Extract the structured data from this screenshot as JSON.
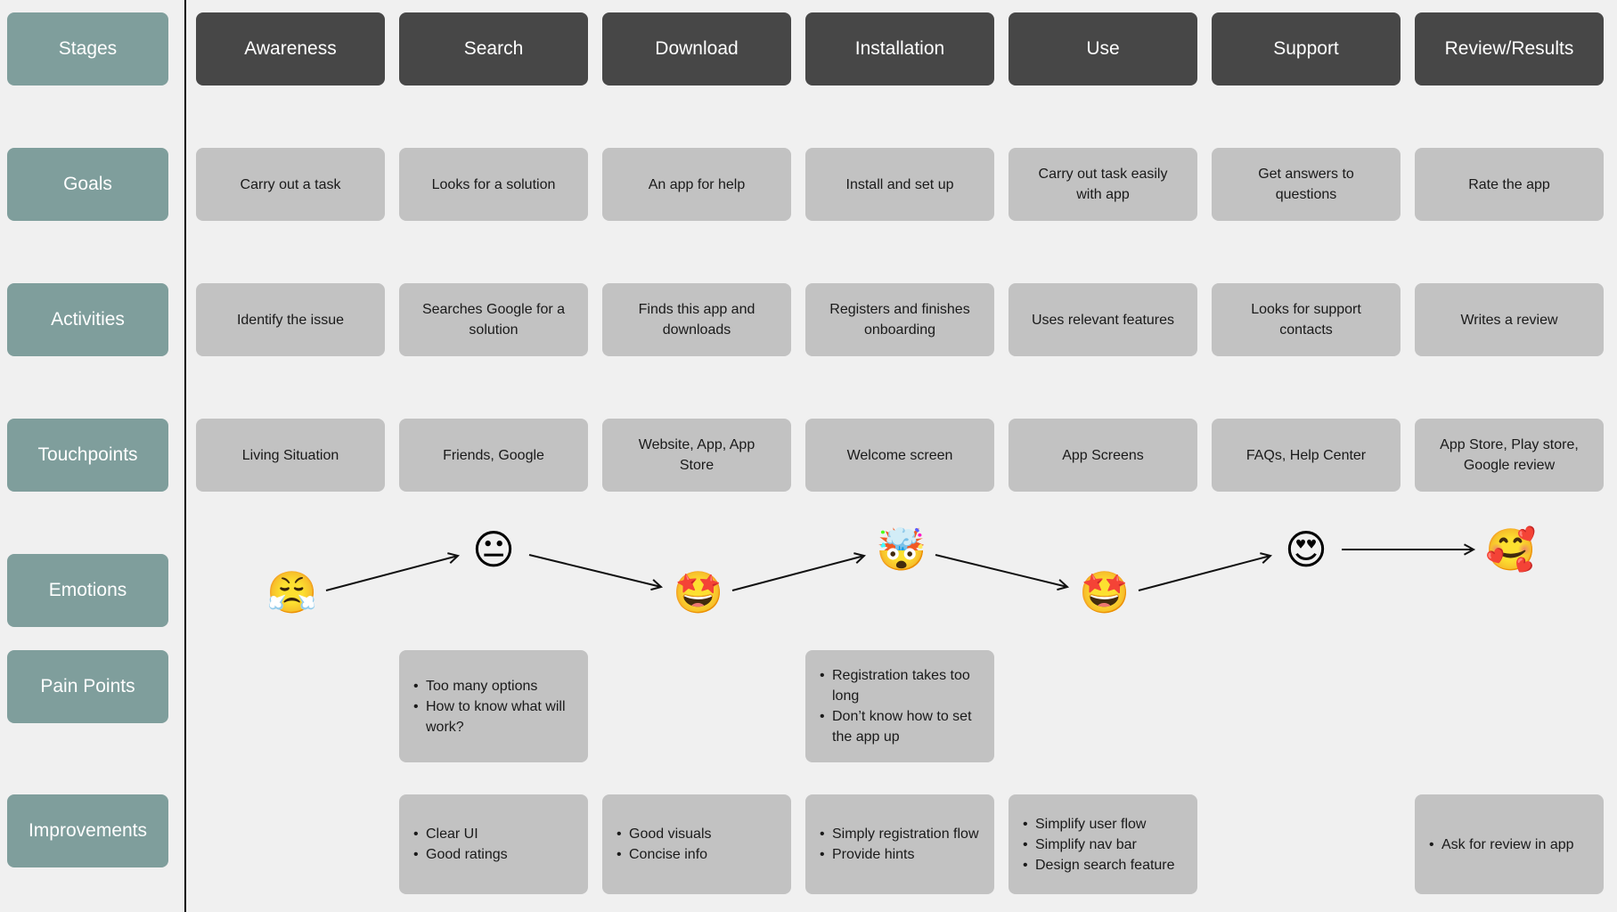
{
  "row_labels": [
    "Stages",
    "Goals",
    "Activities",
    "Touchpoints",
    "Emotions",
    "Pain Points",
    "Improvements"
  ],
  "stages": [
    "Awareness",
    "Search",
    "Download",
    "Installation",
    "Use",
    "Support",
    "Review/Results"
  ],
  "goals": [
    "Carry out a task",
    "Looks for a solution",
    "An app for help",
    "Install and set up",
    "Carry out task easily with app",
    "Get answers to questions",
    "Rate the app"
  ],
  "activities": [
    "Identify the issue",
    "Searches Google for a solution",
    "Finds this app and downloads",
    "Registers and finishes onboarding",
    "Uses relevant features",
    "Looks for support contacts",
    "Writes a review"
  ],
  "touchpoints": [
    "Living Situation",
    "Friends, Google",
    "Website, App, App Store",
    "Welcome screen",
    "App Screens",
    "FAQs, Help Center",
    "App Store, Play store, Google review"
  ],
  "emotions": [
    {
      "stage": "Awareness",
      "icon": "steaming-face-icon",
      "glyph": "😤",
      "level": 0
    },
    {
      "stage": "Search",
      "icon": "neutral-face-icon",
      "glyph": "😐",
      "level": 1
    },
    {
      "stage": "Download",
      "icon": "star-struck-face-icon",
      "glyph": "🤩",
      "level": 0
    },
    {
      "stage": "Installation",
      "icon": "exploding-head-icon",
      "glyph": "🤯",
      "level": 1
    },
    {
      "stage": "Use",
      "icon": "star-struck-face-icon",
      "glyph": "🤩",
      "level": 0
    },
    {
      "stage": "Support",
      "icon": "heart-eyes-face-icon",
      "glyph": "😍",
      "level": 1
    },
    {
      "stage": "Review/Results",
      "icon": "smiling-face-with-hearts-icon",
      "glyph": "🥰",
      "level": 1
    }
  ],
  "pain_points": {
    "Search": [
      "Too many options",
      "How to know what will work?"
    ],
    "Installation": [
      "Registration takes too long",
      "Don’t know how to set the app up"
    ]
  },
  "improvements": {
    "Search": [
      "Clear UI",
      "Good ratings"
    ],
    "Download": [
      "Good visuals",
      "Concise info"
    ],
    "Installation": [
      "Simply registration flow",
      "Provide hints"
    ],
    "Use": [
      "Simplify user flow",
      "Simplify nav bar",
      "Design search feature"
    ],
    "Review/Results": [
      "Ask for review in app"
    ]
  },
  "colors": {
    "row_label_bg": "#7f9e9c",
    "stage_bg": "#474747",
    "cell_bg": "#c2c2c2",
    "canvas_bg": "#f0f0f0"
  }
}
